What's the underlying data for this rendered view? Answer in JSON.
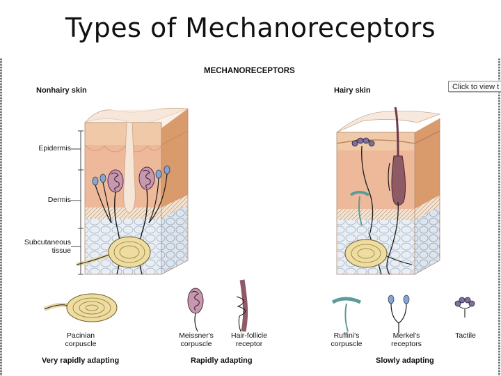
{
  "title": "Types of Mechanoreceptors",
  "figure": {
    "heading": "MECHANORECEPTORS",
    "nonhairy_label": "Nonhairy skin",
    "hairy_label": "Hairy skin",
    "layers": {
      "epidermis": "Epidermis",
      "dermis": "Dermis",
      "subcutaneous": [
        "Subcutaneous",
        "tissue"
      ]
    },
    "receptors": [
      {
        "name": [
          "Pacinian",
          "corpuscle"
        ]
      },
      {
        "name": [
          "Meissner's",
          "corpuscle"
        ]
      },
      {
        "name": [
          "Hair-follicle",
          "receptor"
        ]
      },
      {
        "name": [
          "Ruffini's",
          "corpuscle"
        ]
      },
      {
        "name": [
          "Merkel's",
          "receptors"
        ]
      },
      {
        "name": [
          "Tactile",
          ""
        ]
      }
    ],
    "adaptation": {
      "very_rapid": "Very rapidly adapting",
      "rapid": "Rapidly adapting",
      "slow": "Slowly adapting"
    }
  },
  "tooltip": {
    "text": "Click to view t"
  },
  "colors": {
    "epidermis": "#f0c9a8",
    "dermis": "#e8b48e",
    "skin_top": "#f7e6d8",
    "subcutaneous": "#e6ecf2",
    "nerve": "#1a1a1a",
    "meissner": "#b98aa6",
    "hair": "#8e5a66",
    "merkel": "#7fa0c8",
    "ruffini": "#7fb4b4"
  }
}
